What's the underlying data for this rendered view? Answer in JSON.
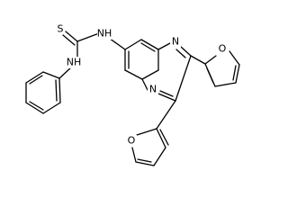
{
  "molecule": {
    "atom_labels": {
      "thiocarbonyl_sulfur": "S",
      "thiourea_nh_aryl": "NH",
      "thiourea_nh_phenyl": "NH",
      "quinoxaline_n1": "N",
      "quinoxaline_n4": "N",
      "furan_o_upper": "O",
      "furan_o_lower": "O"
    }
  }
}
